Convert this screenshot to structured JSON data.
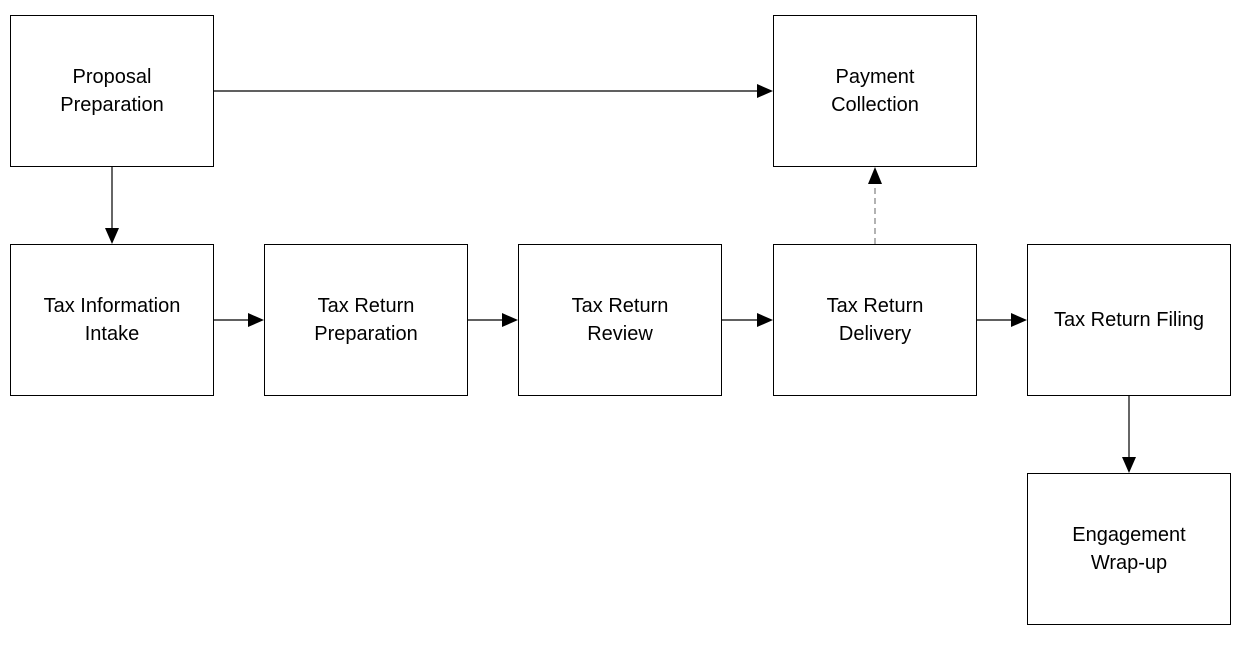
{
  "diagram": {
    "nodes": [
      {
        "id": "proposal",
        "label": "Proposal\nPreparation"
      },
      {
        "id": "payment",
        "label": "Payment\nCollection"
      },
      {
        "id": "intake",
        "label": "Tax Information\nIntake"
      },
      {
        "id": "prep",
        "label": "Tax Return\nPreparation"
      },
      {
        "id": "review",
        "label": "Tax Return\nReview"
      },
      {
        "id": "delivery",
        "label": "Tax Return\nDelivery"
      },
      {
        "id": "filing",
        "label": "Tax Return Filing"
      },
      {
        "id": "wrapup",
        "label": "Engagement\nWrap-up"
      }
    ],
    "edges": [
      {
        "from": "proposal",
        "to": "payment",
        "style": "solid"
      },
      {
        "from": "proposal",
        "to": "intake",
        "style": "solid"
      },
      {
        "from": "intake",
        "to": "prep",
        "style": "solid"
      },
      {
        "from": "prep",
        "to": "review",
        "style": "solid"
      },
      {
        "from": "review",
        "to": "delivery",
        "style": "solid"
      },
      {
        "from": "delivery",
        "to": "filing",
        "style": "solid"
      },
      {
        "from": "delivery",
        "to": "payment",
        "style": "dashed"
      },
      {
        "from": "filing",
        "to": "wrapup",
        "style": "solid"
      }
    ],
    "colors": {
      "box_border": "#000000",
      "text": "#000000",
      "arrow": "#000000",
      "dashed_arrow": "#808080",
      "background": "#ffffff"
    }
  }
}
